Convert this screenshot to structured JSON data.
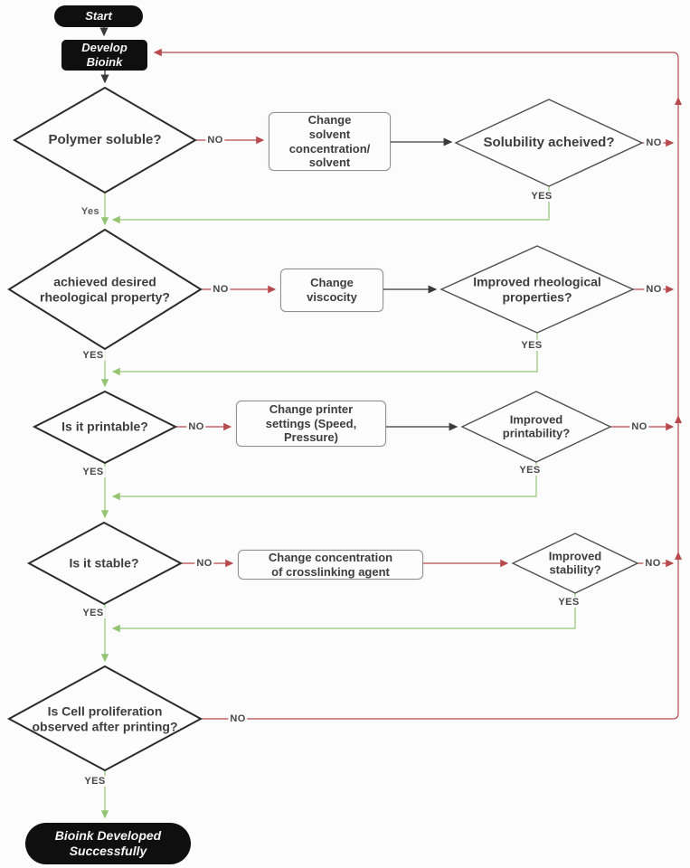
{
  "colors": {
    "no_path": "#b84a4d",
    "yes_path": "#94c573",
    "neutral_path": "#3a3a3a",
    "terminal_fill": "#0f0f0f",
    "text": "#3d3d3d"
  },
  "start_label": "Start",
  "develop_label": "Develop\nBioink",
  "end_label": "Bioink Developed\nSuccessfully",
  "rows": [
    {
      "decision": "Polymer soluble?",
      "decision_no": "NO",
      "decision_yes": "Yes",
      "fix": "Change\nsolvent\nconcentration/\nsolvent",
      "check": "Solubility acheived?",
      "check_no": "NO",
      "check_yes": "YES"
    },
    {
      "decision": "achieved desired\nrheological property?",
      "decision_no": "NO",
      "decision_yes": "YES",
      "fix": "Change\nviscocity",
      "check": "Improved rheological\nproperties?",
      "check_no": "NO",
      "check_yes": "YES"
    },
    {
      "decision": "Is it printable?",
      "decision_no": "NO",
      "decision_yes": "YES",
      "fix": "Change printer\nsettings (Speed,\nPressure)",
      "check": "Improved\nprintability?",
      "check_no": "NO",
      "check_yes": "YES"
    },
    {
      "decision": "Is it stable?",
      "decision_no": "NO",
      "decision_yes": "YES",
      "fix": "Change concentration\nof crosslinking agent",
      "check": "Improved\nstability?",
      "check_no": "NO",
      "check_yes": "YES"
    },
    {
      "decision": "Is Cell proliferation\nobserved after printing?",
      "decision_no": "NO",
      "decision_yes": "YES"
    }
  ]
}
